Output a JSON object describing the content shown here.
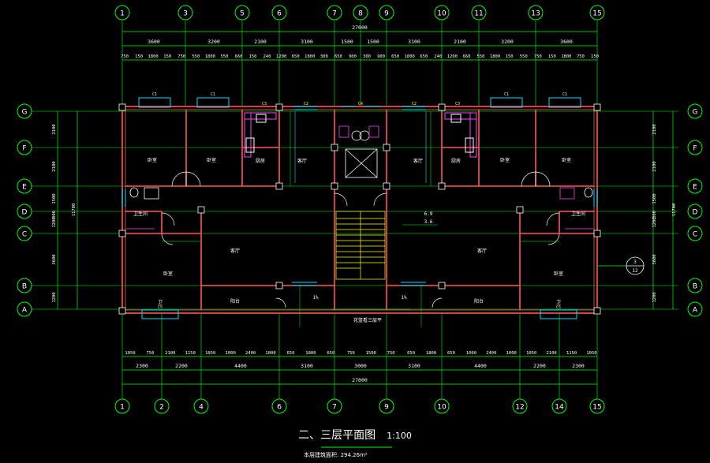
{
  "title": "二、三层平面图",
  "scale": "1:100",
  "area_note": "本层建筑面积: 294.26m²",
  "colors": {
    "axis": "#00ff00",
    "wall": "#ff5555",
    "window": "#00e0ff",
    "text": "#ffffff",
    "fixture": "#ff40ff",
    "stair": "#ffff00",
    "background": "#000000"
  },
  "top_axes": [
    "1",
    "3",
    "5",
    "6",
    "7",
    "8",
    "9",
    "10",
    "11",
    "13",
    "15"
  ],
  "bottom_axes": [
    "1",
    "2",
    "4",
    "6",
    "7",
    "9",
    "10",
    "12",
    "14",
    "15"
  ],
  "row_axes": [
    "G",
    "F",
    "E",
    "D",
    "C",
    "B",
    "A"
  ],
  "top_total": "27000",
  "top_dim_row1": [
    "3600",
    "3200",
    "2100",
    "3100",
    "1500",
    "1500",
    "3100",
    "2100",
    "3200",
    "3600"
  ],
  "top_dim_row2": [
    "750",
    "150",
    "1800",
    "150",
    "750",
    "550",
    "1800",
    "550",
    "660",
    "150",
    "240",
    "1200",
    "650",
    "1800",
    "300",
    "650",
    "900",
    "300",
    "900",
    "650",
    "1800",
    "650",
    "240",
    "1200",
    "660",
    "550",
    "1800",
    "150",
    "550",
    "750",
    "150",
    "1800",
    "750",
    "150"
  ],
  "bottom_dim_row1": [
    "1050",
    "750",
    "2100",
    "1150",
    "1050",
    "1000",
    "2400",
    "1000",
    "650",
    "1800",
    "650",
    "750",
    "1500",
    "750",
    "650",
    "1800",
    "650",
    "1000",
    "2400",
    "1000",
    "1050",
    "2100",
    "1150",
    "1050"
  ],
  "bottom_dim_row2": [
    "2300",
    "2200",
    "4400",
    "3100",
    "3000",
    "3100",
    "4400",
    "2200",
    "2300"
  ],
  "bottom_total": "27000",
  "left_dims": [
    "2100",
    "2100",
    "1500",
    "300",
    "1200",
    "3600",
    "1200"
  ],
  "left_total": "11700",
  "right_dims": [
    "2100",
    "2100",
    "1500",
    "300",
    "1200",
    "3600",
    "1200"
  ],
  "right_total": "11700",
  "room_labels": [
    "卧室",
    "卧室",
    "厨房",
    "客厅",
    "客厅",
    "厨房",
    "卧室",
    "卧室",
    "卫生间",
    "卫生间",
    "客厅",
    "客厅",
    "卧室",
    "卧室",
    "阳台",
    "阳台",
    "卫",
    "卫"
  ],
  "annotations": [
    "6.9",
    "3.6",
    "1%",
    "1%",
    "3",
    "12",
    "花篮看三层平"
  ],
  "window_labels": [
    "C1",
    "C1",
    "C3",
    "C2",
    "C4",
    "C2",
    "C3",
    "C1",
    "C1",
    "C5",
    "C5"
  ]
}
